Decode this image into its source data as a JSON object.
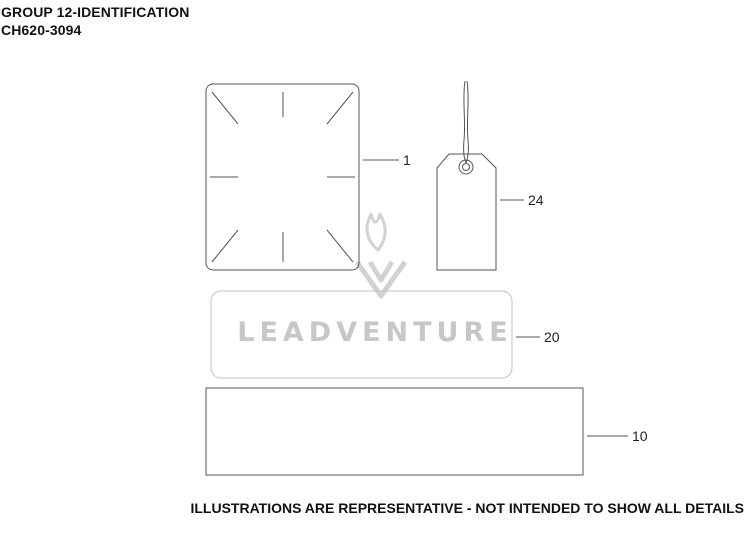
{
  "header": {
    "group_title": "GROUP 12-IDENTIFICATION",
    "model_code": "CH620-3094"
  },
  "callouts": {
    "plate": "1",
    "tag": "24",
    "wide_decal": "20",
    "label": "10"
  },
  "watermark": {
    "text": "LEADVENTURE"
  },
  "footer": {
    "disclaimer": "ILLUSTRATIONS ARE REPRESENTATIVE - NOT INTENDED TO SHOW ALL DETAILS"
  },
  "colors": {
    "line": "#555555",
    "faint": "#c0c0c0",
    "watermark": "#c7c7c7"
  }
}
